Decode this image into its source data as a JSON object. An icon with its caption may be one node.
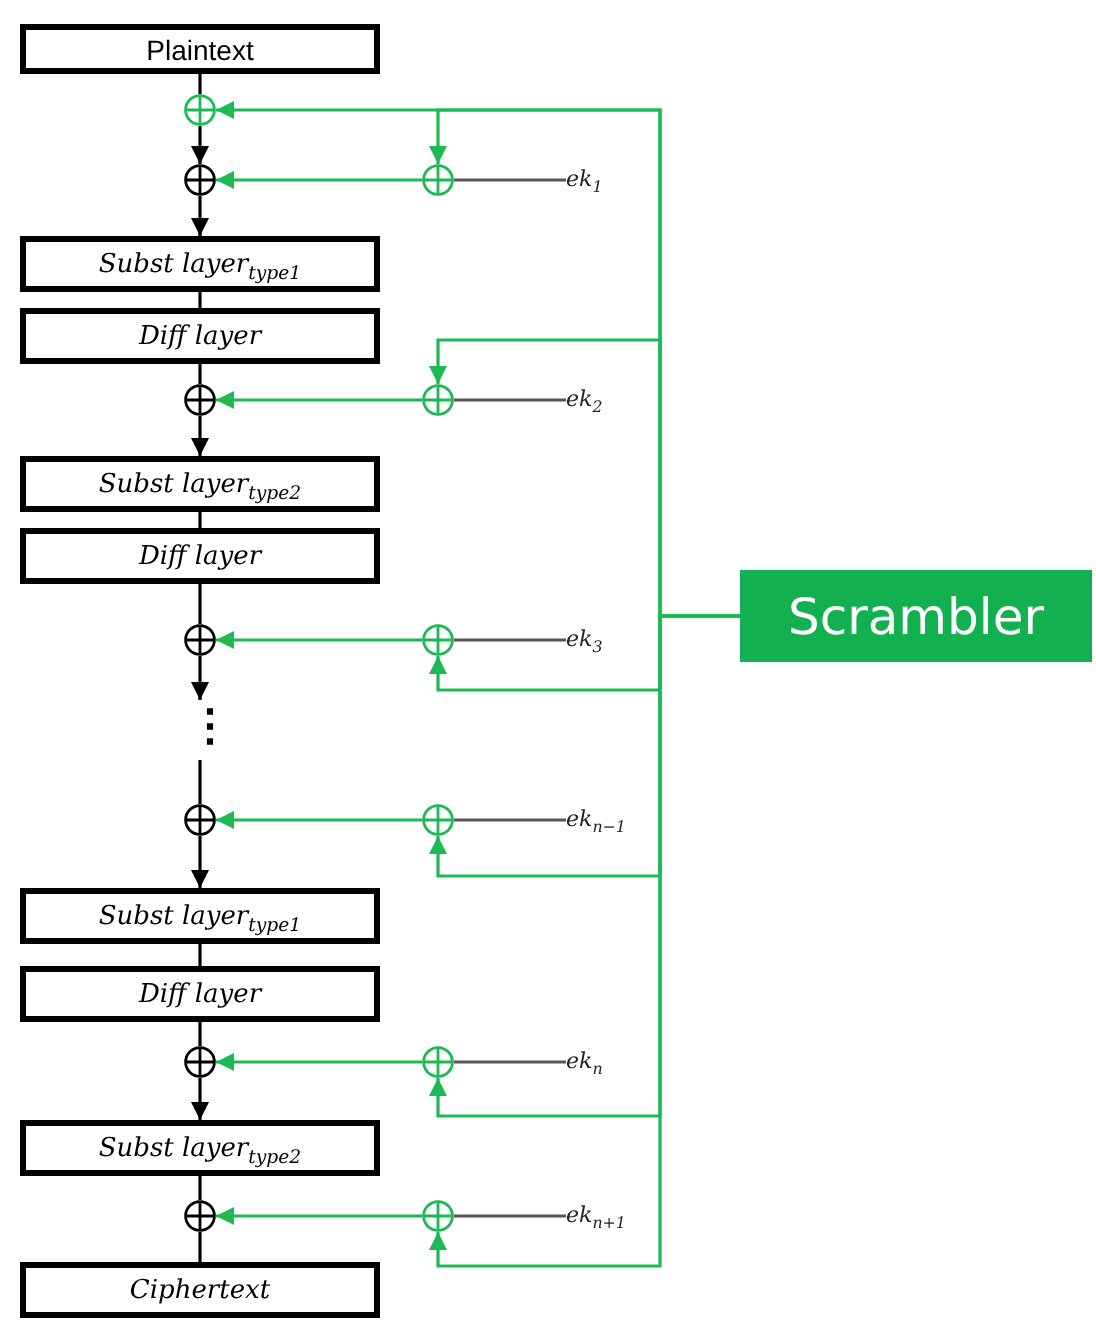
{
  "diagram": {
    "nodes": [
      {
        "text": [
          "Plaintext"
        ]
      },
      {
        "text": [],
        "shape": "circle"
      },
      {
        "text": [],
        "shape": "circle"
      },
      {
        "text": [],
        "shape": "circle"
      },
      {
        "text": [
          "ek$_{1}$"
        ]
      },
      {
        "text": [
          "Subst layer$_{type1}$"
        ]
      },
      {
        "text": [
          "Diff layer"
        ]
      },
      {
        "text": [],
        "shape": "circle"
      },
      {
        "text": [],
        "shape": "circle"
      },
      {
        "text": [
          "ek$_{2}$"
        ]
      },
      {
        "text": [
          "Subst layer$_{type2}$"
        ]
      },
      {
        "text": [
          "Diff layer"
        ]
      },
      {
        "text": [],
        "shape": "circle"
      },
      {
        "text": [],
        "shape": "circle"
      },
      {
        "text": [
          "ek$_{3}$"
        ]
      },
      {
        "text": [],
        "shape": "circle"
      },
      {
        "text": [],
        "shape": "circle"
      },
      {
        "text": [
          "ek$_{n−1}$"
        ]
      },
      {
        "text": [
          "Subst layer$_{type1}$"
        ]
      },
      {
        "text": [
          "Diff layer"
        ]
      },
      {
        "text": [],
        "shape": "circle"
      },
      {
        "text": [],
        "shape": "circle"
      },
      {
        "text": [
          "ek$_{n}$"
        ]
      },
      {
        "text": [
          "Subst layer$_{type2}$"
        ]
      },
      {
        "text": [],
        "shape": "circle"
      },
      {
        "text": [],
        "shape": "circle"
      },
      {
        "text": [
          "ek$_{n+1}$"
        ]
      },
      {
        "text": [
          "Ciphertext"
        ]
      },
      {
        "text": [
          "Scrambler"
        ]
      },
      {
        "text": [
          "⋮"
        ]
      }
    ],
    "edges": [
      {
        "from": 0,
        "to": 1,
        "arrow": "none"
      },
      {
        "from": 1,
        "to": 2,
        "arrow": "to"
      },
      {
        "from": 2,
        "to": 5,
        "arrow": "to"
      },
      {
        "from": 5,
        "to": 6,
        "arrow": "none"
      },
      {
        "from": 6,
        "to": 7,
        "arrow": "none"
      },
      {
        "from": 7,
        "to": 10,
        "arrow": "to"
      },
      {
        "from": 10,
        "to": 11,
        "arrow": "none"
      },
      {
        "from": 11,
        "to": 12,
        "arrow": "none"
      },
      {
        "from": 12,
        "to": 29,
        "arrow": "to"
      },
      {
        "from": 29,
        "to": 15,
        "arrow": "none"
      },
      {
        "from": 15,
        "to": 18,
        "arrow": "to"
      },
      {
        "from": 18,
        "to": 19,
        "arrow": "none"
      },
      {
        "from": 19,
        "to": 20,
        "arrow": "none"
      },
      {
        "from": 20,
        "to": 23,
        "arrow": "to"
      },
      {
        "from": 23,
        "to": 24,
        "arrow": "none"
      },
      {
        "from": 24,
        "to": 27,
        "arrow": "none"
      },
      {
        "from": 3,
        "to": 2,
        "arrow": "to",
        "color": "#1db954"
      },
      {
        "from": 8,
        "to": 7,
        "arrow": "to",
        "color": "#1db954"
      },
      {
        "from": 13,
        "to": 12,
        "arrow": "to",
        "color": "#1db954"
      },
      {
        "from": 16,
        "to": 15,
        "arrow": "to",
        "color": "#1db954"
      },
      {
        "from": 21,
        "to": 20,
        "arrow": "to",
        "color": "#1db954"
      },
      {
        "from": 25,
        "to": 24,
        "arrow": "to",
        "color": "#1db954"
      },
      {
        "from": 4,
        "to": 3,
        "arrow": "none",
        "color": "#555555"
      },
      {
        "from": 9,
        "to": 8,
        "arrow": "none",
        "color": "#555555"
      },
      {
        "from": 14,
        "to": 13,
        "arrow": "none",
        "color": "#555555"
      },
      {
        "from": 17,
        "to": 16,
        "arrow": "none",
        "color": "#555555"
      },
      {
        "from": 22,
        "to": 21,
        "arrow": "none",
        "color": "#555555"
      },
      {
        "from": 26,
        "to": 25,
        "arrow": "none",
        "color": "#555555"
      },
      {
        "from": 28,
        "to": 1,
        "arrow": "to",
        "color": "#1db954"
      },
      {
        "from": 28,
        "to": 3,
        "arrow": "to",
        "color": "#1db954"
      },
      {
        "from": 28,
        "to": 8,
        "arrow": "to",
        "color": "#1db954"
      },
      {
        "from": 28,
        "to": 13,
        "arrow": "to",
        "color": "#1db954"
      },
      {
        "from": 28,
        "to": 16,
        "arrow": "to",
        "color": "#1db954"
      },
      {
        "from": 28,
        "to": 21,
        "arrow": "to",
        "color": "#1db954"
      },
      {
        "from": 28,
        "to": 25,
        "arrow": "to",
        "color": "#1db954"
      }
    ]
  }
}
